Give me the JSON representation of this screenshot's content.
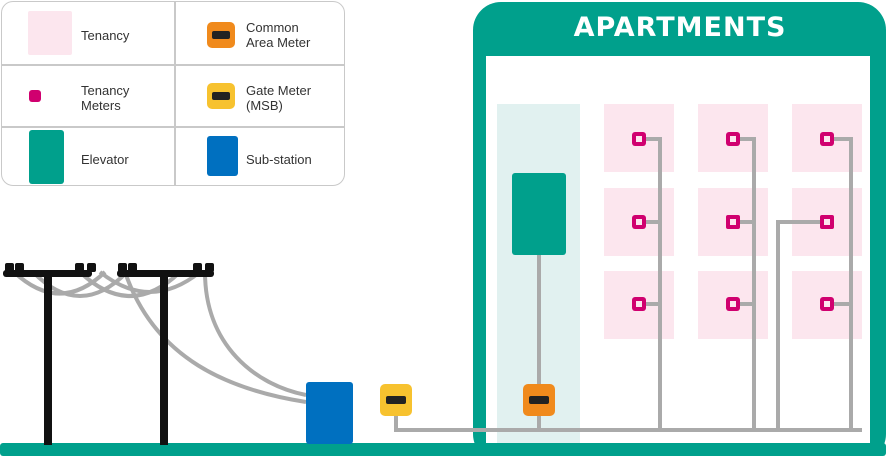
{
  "title": "APARTMENTS",
  "legend": {
    "tenancy": "Tenancy",
    "tenancy_meters": "Tenancy\nMeters",
    "elevator": "Elevator",
    "common_area_meter": "Common\nArea Meter",
    "gate_meter": "Gate Meter\n(MSB)",
    "substation": "Sub-station"
  },
  "colors": {
    "teal": "#00a08c",
    "tenancy_fill": "#fce6ee",
    "elevator_shaft": "#e1f1f0",
    "tenancy_meter": "#d0006f",
    "common_area_meter": "#f08a1c",
    "gate_meter": "#f7c22f",
    "substation": "#0070c0",
    "cable": "#aaaaaa",
    "pole": "#111111"
  },
  "icons": {
    "poles": "power-pole-icon",
    "meter": "meter-icon"
  }
}
